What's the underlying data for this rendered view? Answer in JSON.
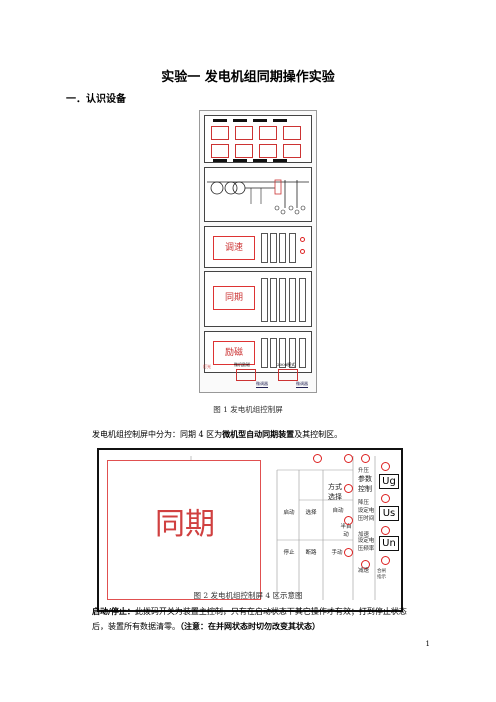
{
  "doc": {
    "title": "实验一   发电机组同期操作实验",
    "section": "一．认识设备",
    "fig1_caption": "图 1 发电机组控制屏",
    "para1_prefix": "发电机组控制屏中分为：同期 4 区为",
    "para1_bold": "微机型自动同期装置",
    "para1_suffix": "及其控制区。",
    "fig2_caption": "图 2    发电机组控制屏 4 区示意图",
    "para2_bold": "启动/停止：",
    "para2_text": "此拨码开关为装置主控制，只有在启动状态下其它操作才有效；打到停止状态后，装置所有数据清零。",
    "para2_note": "（注意：在并网状态时切勿改变其状态）",
    "page_number": "1"
  },
  "fig1": {
    "label_speed": "调速",
    "label_sync": "同期",
    "label_excite": "励磁",
    "bottom_left_label": "微机励磁",
    "bottom_right_label": "2008模式",
    "bottom_left_btn": "微调器",
    "bottom_right_btn": "微调器",
    "side_label": "灯光"
  },
  "fig2": {
    "sync_label": "同期",
    "header_mode": "方式\n选择",
    "header_param": "参数\n控制",
    "cell_start": "启动",
    "cell_select": "选择",
    "cell_auto": "自动",
    "cell_semi": "半自\n动",
    "cell_stop": "停止",
    "cell_direct": "断路",
    "cell_manual": "手动",
    "cell_set_volt": "设定电\n压时间",
    "cell_set_freq": "设定电\n压频率",
    "u_g": "Ug",
    "u_s": "Us",
    "u_n": "Un",
    "r_up": "升压",
    "r_down": "降压",
    "r_add": "加速",
    "r_slow": "减速",
    "r_sync_ok": "合闸\n指示"
  }
}
